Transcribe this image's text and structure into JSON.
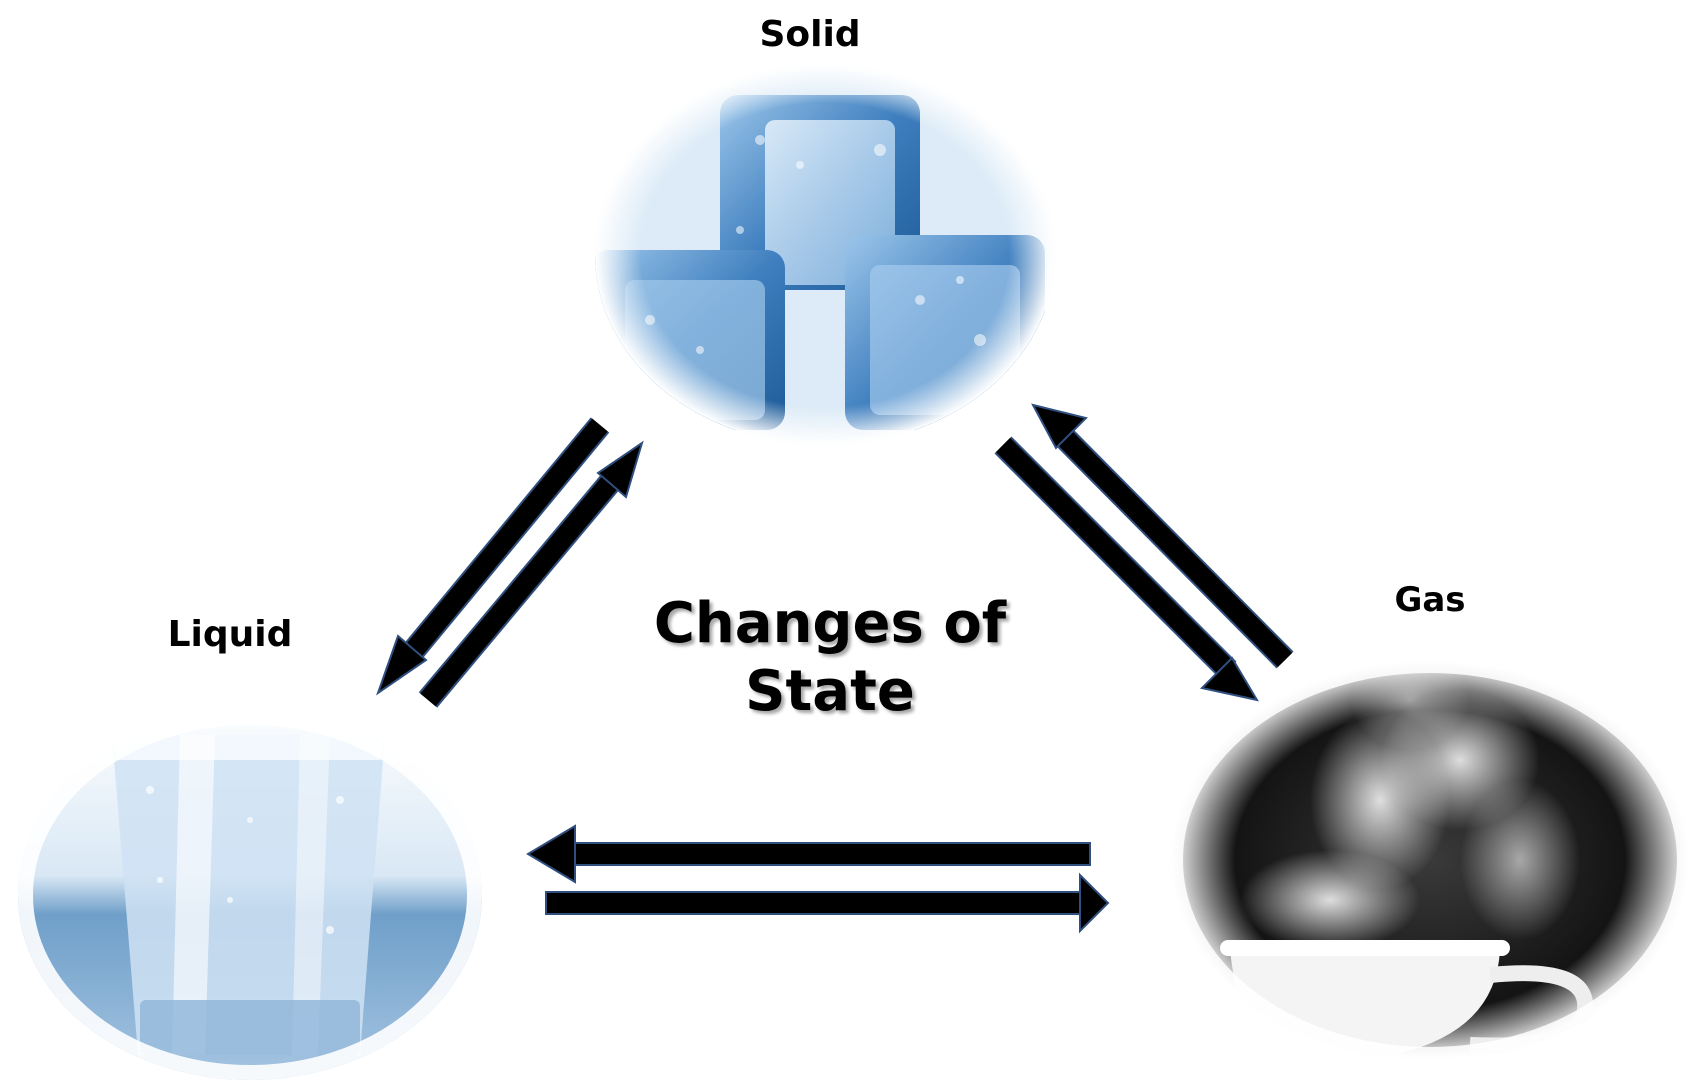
{
  "diagram": {
    "title_line1": "Changes of",
    "title_line2": "State",
    "states": {
      "solid": {
        "label": "Solid",
        "image": "ice-cubes-image"
      },
      "liquid": {
        "label": "Liquid",
        "image": "water-glass-image"
      },
      "gas": {
        "label": "Gas",
        "image": "steam-cup-image"
      }
    },
    "colors": {
      "arrow_fill": "#000000",
      "arrow_outline": "#2f4f7f",
      "ice_blue": "#2f6fae",
      "water_blue": "#6fa6d6",
      "steam_dark": "#1a1a1a"
    }
  }
}
